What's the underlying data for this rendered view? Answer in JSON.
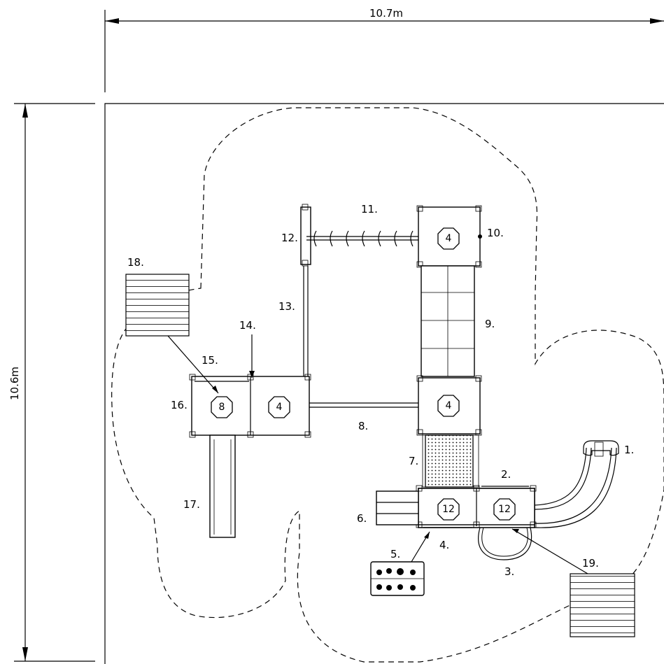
{
  "dimensions": {
    "width": "10.7m",
    "height": "10.6m"
  },
  "callouts": [
    "1.",
    "2.",
    "3.",
    "4.",
    "5.",
    "6.",
    "7.",
    "8.",
    "9.",
    "10.",
    "11.",
    "12.",
    "13.",
    "14.",
    "15.",
    "16.",
    "17.",
    "18.",
    "19."
  ],
  "deck_numbers": {
    "d4_top": "4",
    "d8": "8",
    "d4_left": "4",
    "d4_mid": "4",
    "d12_left": "12",
    "d12_right": "12"
  },
  "colors": {
    "ink": "#000000",
    "background": "#ffffff"
  }
}
